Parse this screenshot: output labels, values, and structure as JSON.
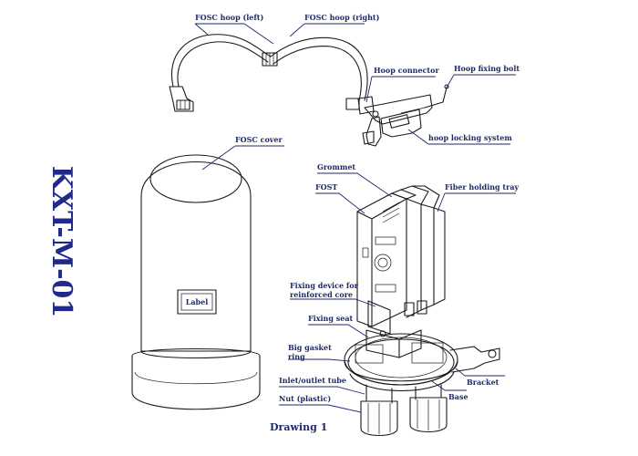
{
  "model_code": "KXT-M-01",
  "caption": "Drawing  1",
  "labels": {
    "hoop_left": "FOSC hoop (left)",
    "hoop_right": "FOSC hoop (right)",
    "hoop_connector": "Hoop connector",
    "hoop_fixing_bolt": "Hoop fixing bolt",
    "hoop_locking": "hoop  locking system",
    "fosc_cover": "FOSC cover",
    "grommet": "Grommet",
    "fost": "FOST",
    "fiber_tray": "Fiber holding tray",
    "fixing_device_1": "Fixing device for",
    "fixing_device_2": "reinforced core",
    "fixing_seat": "Fixing seat",
    "big_gasket_1": "Big gasket",
    "big_gasket_2": "ring",
    "inlet_outlet": "Inlet/outlet tube",
    "nut": "Nut (plastic)",
    "base": "Base",
    "bracket": "Bracket",
    "label_tag": "Label"
  }
}
